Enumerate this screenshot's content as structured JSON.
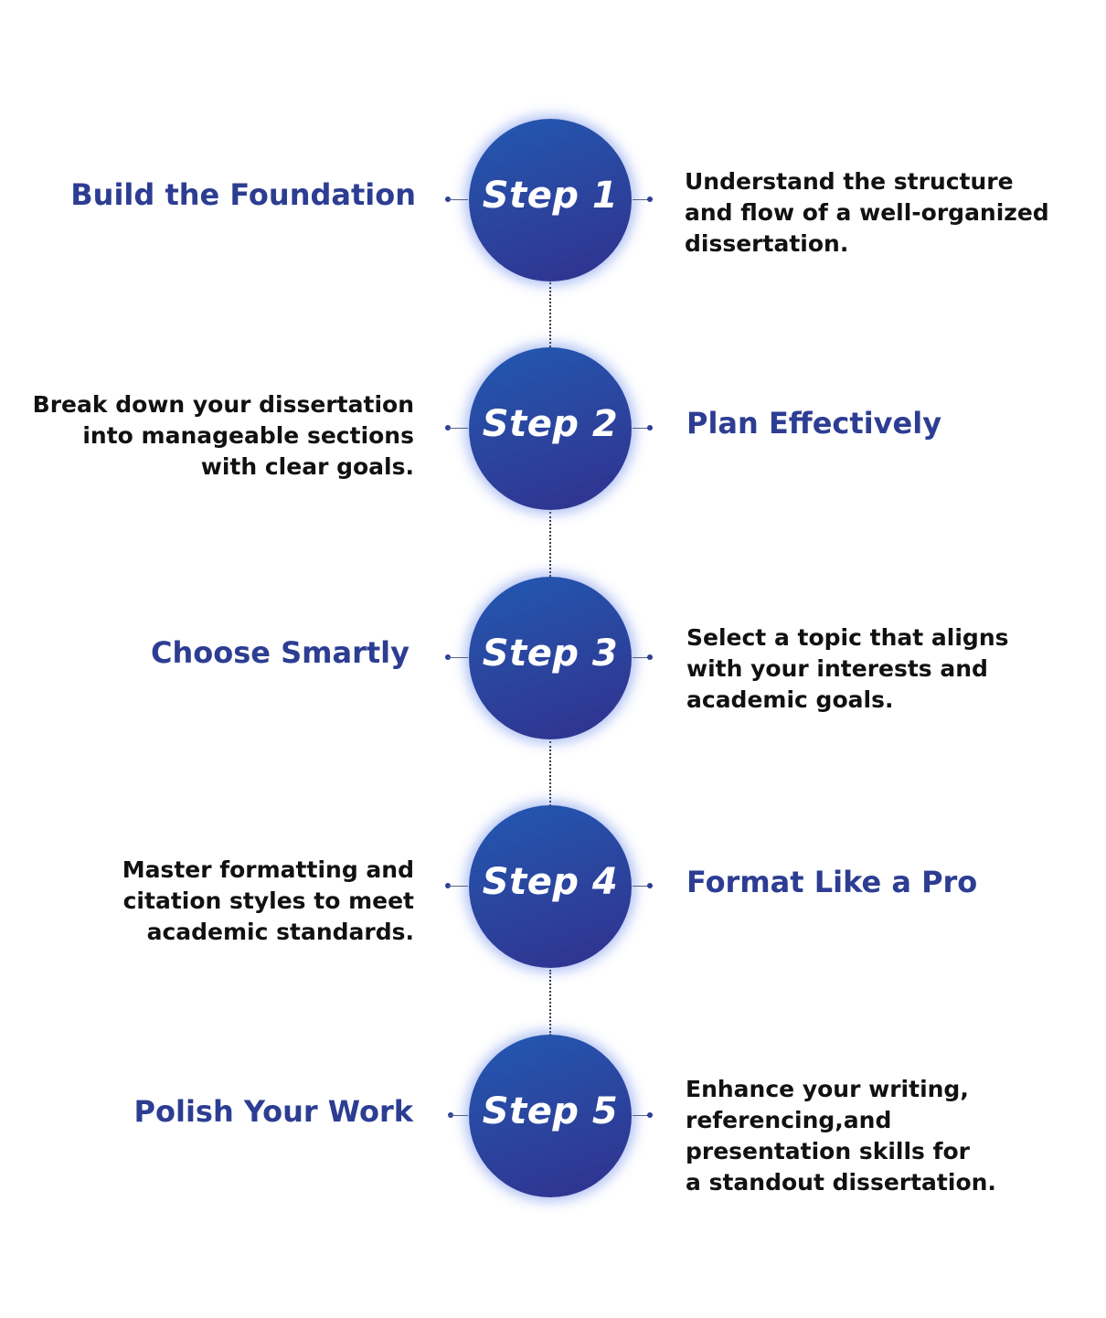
{
  "steps": [
    {
      "label": "Step 1",
      "title": "Build the Foundation",
      "description": "Understand the structure\nand flow of a well-organized\ndissertation."
    },
    {
      "label": "Step 2",
      "title": "Plan Effectively",
      "description": "Break down your dissertation\ninto manageable sections \nwith clear goals."
    },
    {
      "label": "Step 3",
      "title": "Choose Smartly",
      "description": "Select a topic that aligns\nwith your interests and\nacademic goals."
    },
    {
      "label": "Step 4",
      "title": "Format Like a Pro",
      "description": "Master formatting and \ncitation styles to meet \nacademic standards."
    },
    {
      "label": "Step 5",
      "title": "Polish Your Work",
      "description": "Enhance your writing,\nreferencing,and\npresentation skills for\na standout dissertation."
    }
  ],
  "colors": {
    "title": "#2c3d92",
    "circle_top": "#2159b3",
    "circle_bottom": "#30318e",
    "description": "#111111"
  }
}
